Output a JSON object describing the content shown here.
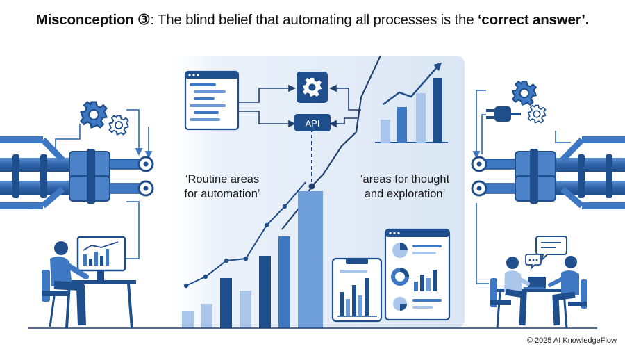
{
  "title": {
    "prefix": "Misconception ③",
    "middle": ": The blind belief that automating all processes is the ",
    "emphasis": "‘correct answer’",
    "suffix": "."
  },
  "labels": {
    "routine_line1": "‘Routine areas",
    "routine_line2": "for automation’",
    "thought_line1": "‘areas for thought",
    "thought_line2": "and exploration’"
  },
  "api_label": "API",
  "footer": "© 2025 AI KnowledgeFlow",
  "colors": {
    "dark_blue": "#1f4e8c",
    "mid_blue": "#3f78c2",
    "light_blue": "#a9c6ea",
    "pale_panel": "#e6eef8",
    "ink": "#1a1a1a"
  },
  "icons": [
    "gear-icon",
    "plug-icon",
    "chat-bubble-icon",
    "code-window-icon",
    "api-box-icon"
  ]
}
